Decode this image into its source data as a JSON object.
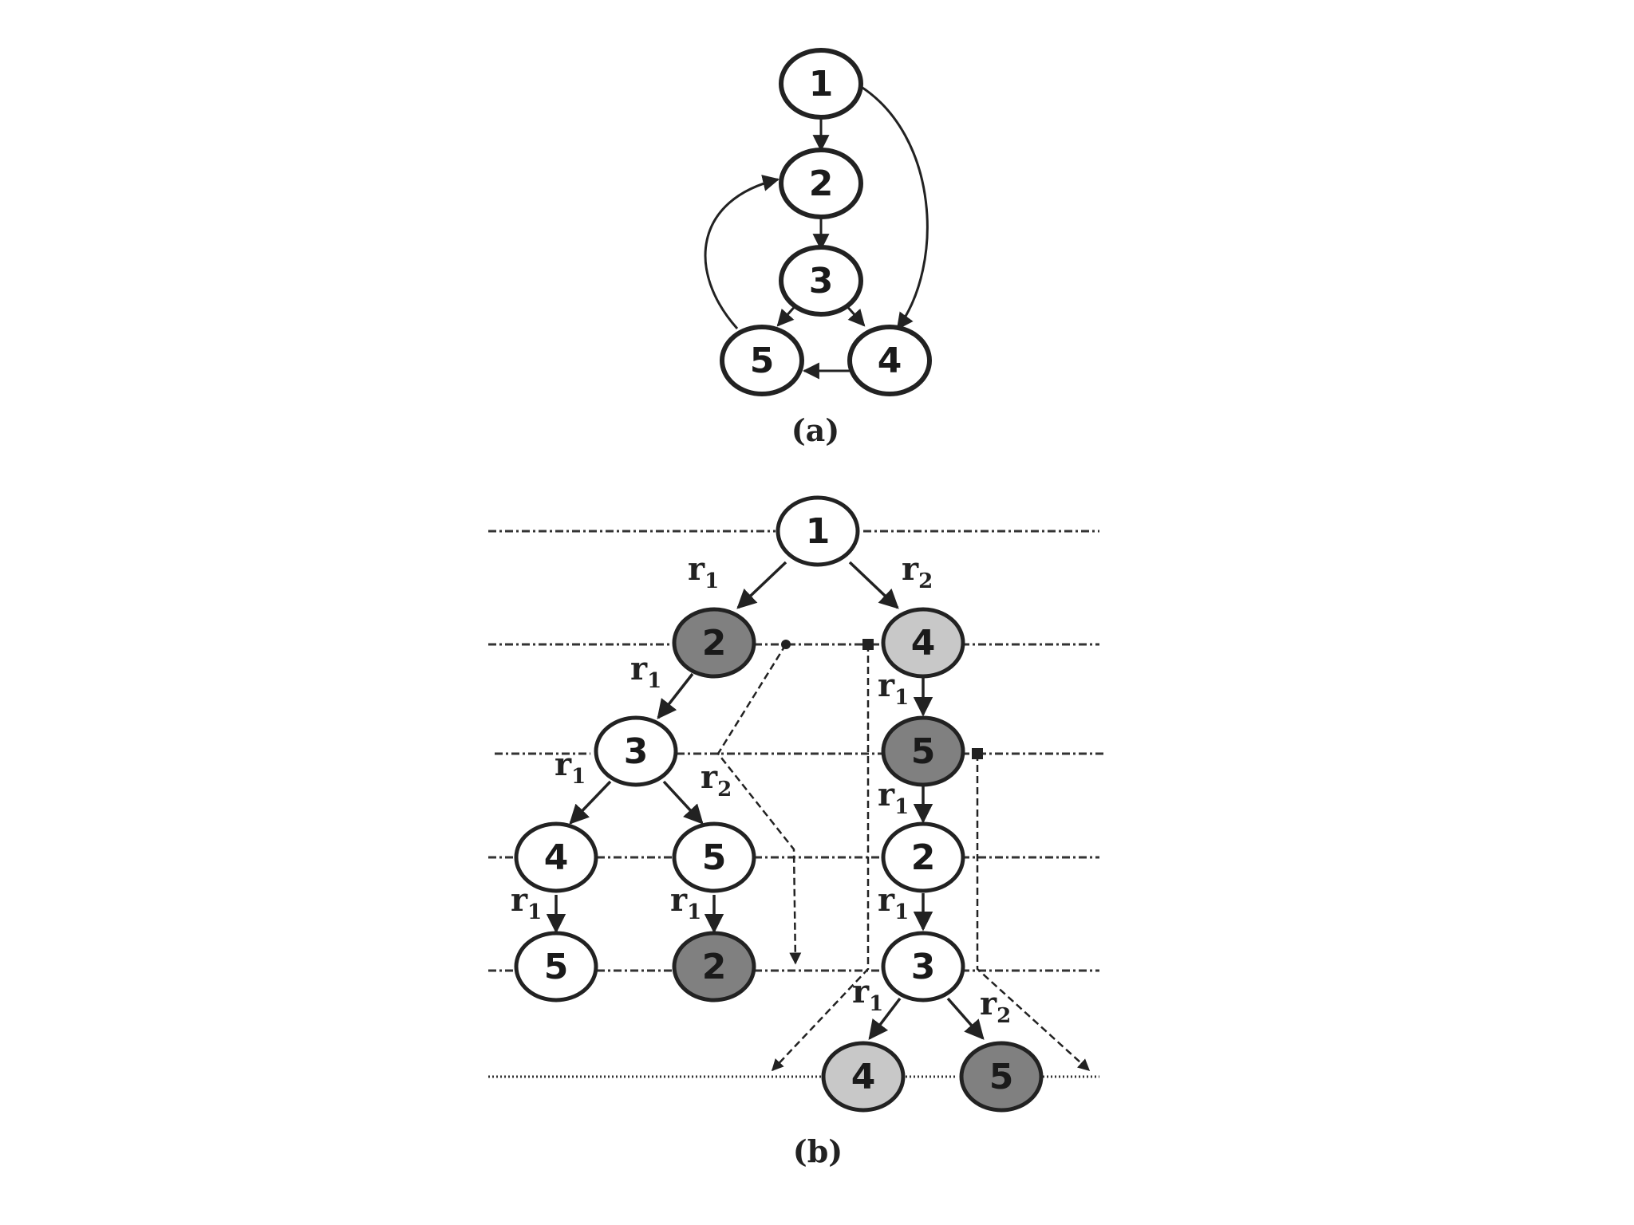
{
  "diagram_a": {
    "caption": "(a)",
    "nodes": [
      {
        "id": "a1",
        "label": "1"
      },
      {
        "id": "a2",
        "label": "2"
      },
      {
        "id": "a3",
        "label": "3"
      },
      {
        "id": "a4",
        "label": "4"
      },
      {
        "id": "a5",
        "label": "5"
      }
    ],
    "edges": [
      {
        "from": "a1",
        "to": "a2"
      },
      {
        "from": "a2",
        "to": "a3"
      },
      {
        "from": "a3",
        "to": "a5"
      },
      {
        "from": "a3",
        "to": "a4"
      },
      {
        "from": "a4",
        "to": "a5"
      },
      {
        "from": "a5",
        "to": "a2"
      },
      {
        "from": "a1",
        "to": "a4"
      }
    ]
  },
  "diagram_b": {
    "caption": "(b)",
    "edge_label_letter": "r",
    "rule_1": "1",
    "rule_2": "2",
    "colors": {
      "white": "#ffffff",
      "dark_gray": "#808080",
      "light_gray": "#c8c8c8",
      "stroke": "#222222"
    },
    "nodes": [
      {
        "id": "b_root",
        "label": "1",
        "shade": "white"
      },
      {
        "id": "b_2a",
        "label": "2",
        "shade": "dark_gray"
      },
      {
        "id": "b_4a",
        "label": "4",
        "shade": "light_gray"
      },
      {
        "id": "b_3a",
        "label": "3",
        "shade": "white"
      },
      {
        "id": "b_5a",
        "label": "5",
        "shade": "dark_gray"
      },
      {
        "id": "b_4b",
        "label": "4",
        "shade": "white"
      },
      {
        "id": "b_5b",
        "label": "5",
        "shade": "white"
      },
      {
        "id": "b_2b",
        "label": "2",
        "shade": "white"
      },
      {
        "id": "b_5c",
        "label": "5",
        "shade": "white"
      },
      {
        "id": "b_2c",
        "label": "2",
        "shade": "dark_gray"
      },
      {
        "id": "b_3b",
        "label": "3",
        "shade": "white"
      },
      {
        "id": "b_4c",
        "label": "4",
        "shade": "light_gray"
      },
      {
        "id": "b_5d",
        "label": "5",
        "shade": "dark_gray"
      }
    ],
    "edges": [
      {
        "from": "b_root",
        "to": "b_2a",
        "rule": "1"
      },
      {
        "from": "b_root",
        "to": "b_4a",
        "rule": "2"
      },
      {
        "from": "b_2a",
        "to": "b_3a",
        "rule": "1"
      },
      {
        "from": "b_3a",
        "to": "b_4b",
        "rule": "1"
      },
      {
        "from": "b_3a",
        "to": "b_5b",
        "rule": "2"
      },
      {
        "from": "b_4b",
        "to": "b_5c",
        "rule": "1"
      },
      {
        "from": "b_5b",
        "to": "b_2c",
        "rule": "1"
      },
      {
        "from": "b_4a",
        "to": "b_5a",
        "rule": "1"
      },
      {
        "from": "b_5a",
        "to": "b_2b",
        "rule": "1"
      },
      {
        "from": "b_2b",
        "to": "b_3b",
        "rule": "1"
      },
      {
        "from": "b_3b",
        "to": "b_4c",
        "rule": "1"
      },
      {
        "from": "b_3b",
        "to": "b_5d",
        "rule": "2"
      }
    ]
  }
}
